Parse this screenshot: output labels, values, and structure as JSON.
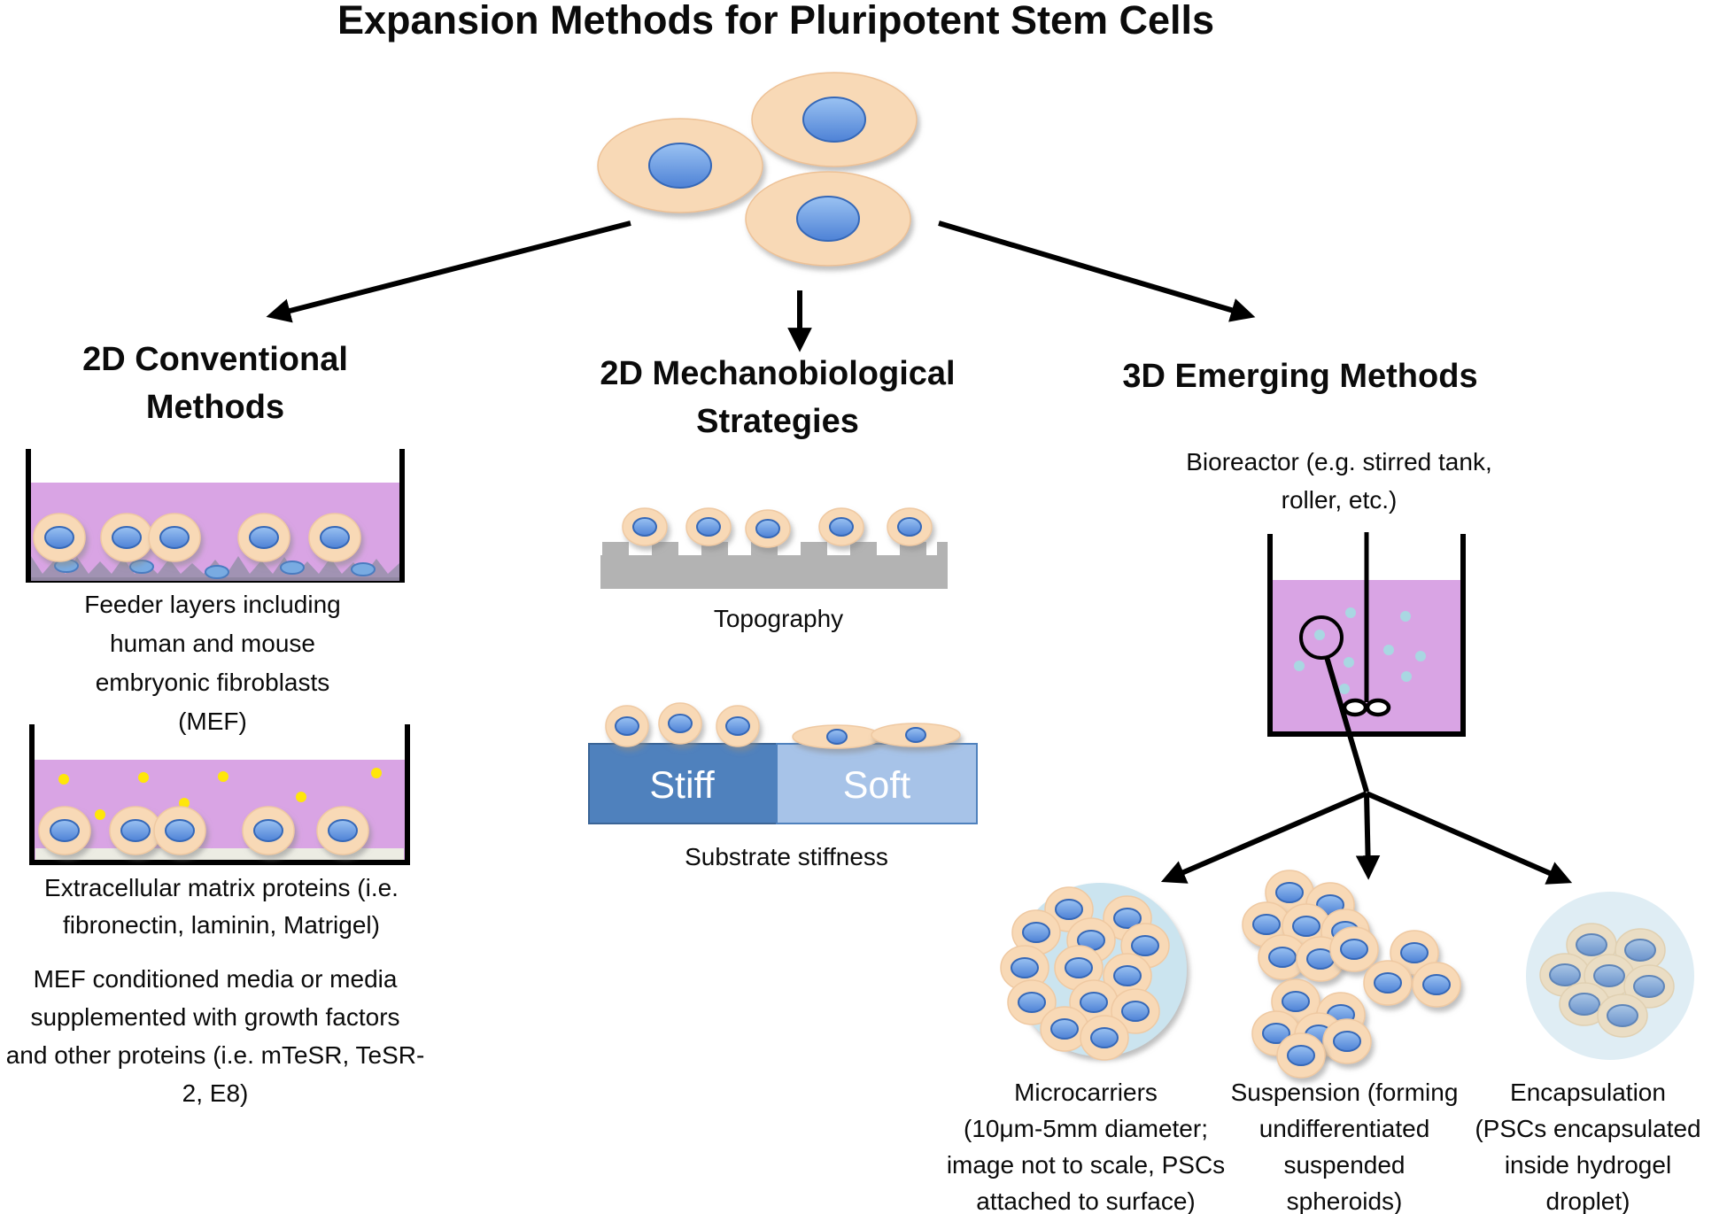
{
  "title": "Expansion Methods for Pluripotent Stem Cells",
  "left": {
    "heading": [
      "2D Conventional",
      "Methods"
    ],
    "feeder_caption": [
      "Feeder layers including",
      "human and mouse",
      "embryonic fibroblasts",
      "(MEF)"
    ],
    "ecm_caption": [
      "Extracellular matrix proteins (i.e.",
      "fibronectin, laminin, Matrigel)"
    ],
    "media_caption": [
      "MEF conditioned media or media",
      "supplemented with growth factors",
      "and other proteins (i.e. mTeSR, TeSR-",
      "2, E8)"
    ]
  },
  "middle": {
    "heading": [
      "2D Mechanobiological",
      "Strategies"
    ],
    "topography_caption": "Topography",
    "stiff_label": "Stiff",
    "soft_label": "Soft",
    "stiffness_caption": "Substrate stiffness"
  },
  "right": {
    "heading": "3D Emerging Methods",
    "bioreactor_caption": [
      "Bioreactor (e.g. stirred tank,",
      "roller, etc.)"
    ],
    "microcarriers_caption": [
      "Microcarriers",
      "(10μm-5mm diameter;",
      "image not to scale, PSCs",
      "attached to surface)"
    ],
    "suspension_caption": [
      "Suspension (forming",
      "undifferentiated",
      "suspended",
      "spheroids)"
    ],
    "encapsulation_caption": [
      "Encapsulation",
      "(PSCs encapsulated",
      "inside hydrogel",
      "droplet)"
    ]
  },
  "colors": {
    "cell_body": "#F8D9B6",
    "cell_body_edge": "#EFC9A2",
    "cell_nucleus": "#4E82D6",
    "media_purple": "#D9A4E4",
    "feeder_gray": "#9C91AF",
    "feeder_nucleus_blue": "#79ABE2",
    "ecm_gray": "#ECECE3",
    "growth_factor_yellow": "#FFE60A",
    "substrate_gray": "#B3B3B3",
    "stiff_blue": "#4F81BD",
    "soft_blue": "#A7C3E8",
    "microcarrier_blue": "#CBE4EF",
    "hydrogel_blue": "#DFEDF4",
    "bioreactor_cell_blue": "#A9D7E2",
    "encapsulated_cell_tan": "#EADDC4",
    "arrow_black": "#000000"
  }
}
